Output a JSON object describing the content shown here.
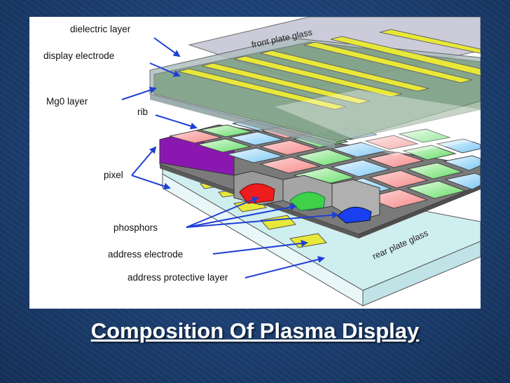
{
  "slide": {
    "caption": "Composition Of Plasma Display"
  },
  "diagram": {
    "labels": {
      "dielectric_layer": "dielectric layer",
      "display_electrode": "display electrode",
      "mgo_layer": "Mg0 layer",
      "rib": "rib",
      "pixel": "pixel",
      "phosphors": "phosphors",
      "address_electrode": "address electrode",
      "address_protective_layer": "address protective layer",
      "front_plate_glass": "front plate glass",
      "rear_plate_glass": "rear plate glass"
    },
    "colors": {
      "background": "#1d4275",
      "arrow": "#1f3fd6",
      "electrode": "#e8e838",
      "red_phosphor": "#ee1c1c",
      "green_phosphor": "#3fd14a",
      "blue_phosphor": "#1a3ff0",
      "rib": "#6e6e6e",
      "pixel_highlight": "#8a18b0"
    }
  }
}
